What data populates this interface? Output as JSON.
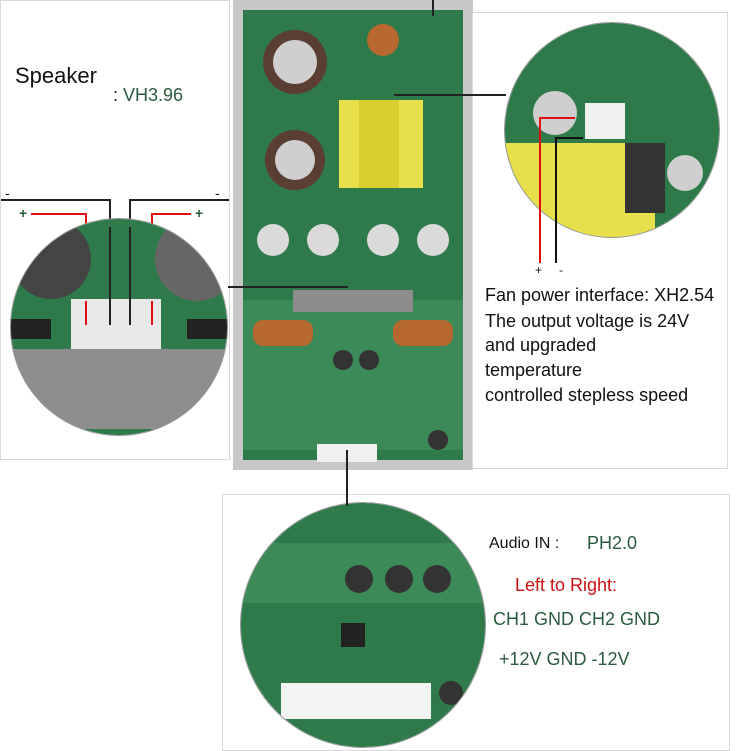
{
  "speaker": {
    "label": "Speaker",
    "connector": "VH3.96",
    "plus": "+",
    "minus": "-"
  },
  "fan": {
    "line1": "Fan power interface: XH2.54",
    "line2": "The output voltage is 24V",
    "line3": "and upgraded",
    "line4": "temperature",
    "line5": "controlled stepless speed",
    "plus": "+",
    "minus": "-"
  },
  "audio": {
    "label": "Audio IN",
    "colon": ":",
    "connector": "PH2.0",
    "direction": "Left to Right:",
    "channels": "CH1 GND CH2 GND",
    "power": "+12V  GND -12V"
  },
  "colors": {
    "pcb_green": "#2f7a4a",
    "transformer_yellow": "#e7e04a",
    "label_green": "#2c5a3c",
    "accent_red": "#cc1111"
  }
}
